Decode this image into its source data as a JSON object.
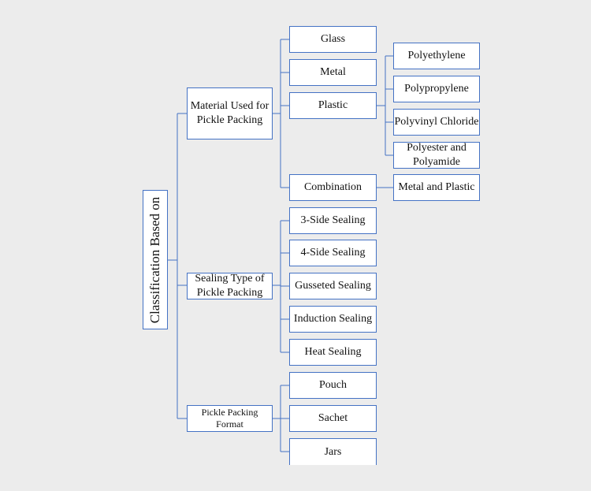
{
  "root": "Classification Based on",
  "categories": {
    "material": {
      "label": "Material Used for Pickle Packing",
      "items": {
        "glass": "Glass",
        "metal": "Metal",
        "plastic": "Plastic",
        "combination": "Combination"
      },
      "plastic_types": {
        "polyethylene": "Polyethylene",
        "polypropylene": "Polypropylene",
        "polyvinyl": "Polyvinyl Chloride",
        "polyester": "Polyester and Polyamide"
      },
      "combination_types": {
        "metal_plastic": "Metal and Plastic"
      }
    },
    "sealing": {
      "label": "Sealing Type of Pickle Packing",
      "items": {
        "three_side": "3-Side Sealing",
        "four_side": "4-Side Sealing",
        "gusseted": "Gusseted Sealing",
        "induction": "Induction Sealing",
        "heat": "Heat Sealing"
      }
    },
    "format": {
      "label": "Pickle Packing Format",
      "items": {
        "pouch": "Pouch",
        "sachet": "Sachet",
        "jars": "Jars"
      }
    }
  },
  "colors": {
    "border": "#4472c4",
    "connector": "#4472c4",
    "background": "#ececec"
  }
}
